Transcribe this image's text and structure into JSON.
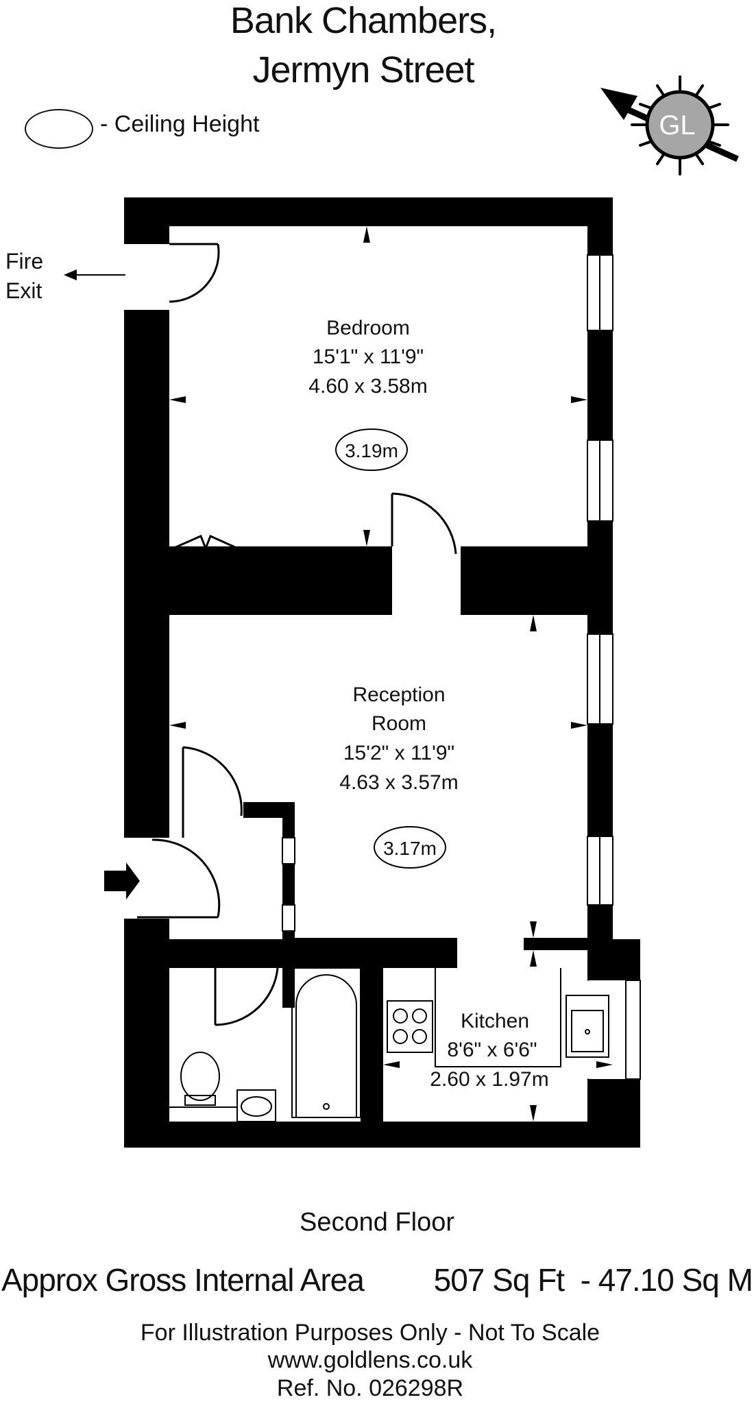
{
  "title": {
    "line1": "Bank Chambers,",
    "line2": "Jermyn Street"
  },
  "legend": {
    "symbol": "ceiling-height-oval",
    "text": "- Ceiling Height"
  },
  "compass": {
    "logo_text": "GL"
  },
  "fire_exit": {
    "line1": "Fire",
    "line2": "Exit"
  },
  "rooms": {
    "bedroom": {
      "name": "Bedroom",
      "imperial": "15'1\" x 11'9\"",
      "metric": "4.60 x 3.58m",
      "ceiling": "3.19m"
    },
    "reception": {
      "name_line1": "Reception",
      "name_line2": "Room",
      "imperial": "15'2\" x 11'9\"",
      "metric": "4.63 x 3.57m",
      "ceiling": "3.17m"
    },
    "kitchen": {
      "name": "Kitchen",
      "imperial": "8'6\" x 6'6\"",
      "metric": "2.60 x 1.97m"
    }
  },
  "floor_label": "Second Floor",
  "area": {
    "label": "Approx Gross Internal Area",
    "value": "507 Sq Ft  - 47.10 Sq M"
  },
  "footer": {
    "disclaimer": "For Illustration Purposes Only - Not To Scale",
    "website": "www.goldlens.co.uk",
    "reference": "Ref. No. 026298R"
  },
  "colors": {
    "wall": "#000000",
    "logo_gray": "#a6a6a6",
    "background": "#ffffff"
  }
}
